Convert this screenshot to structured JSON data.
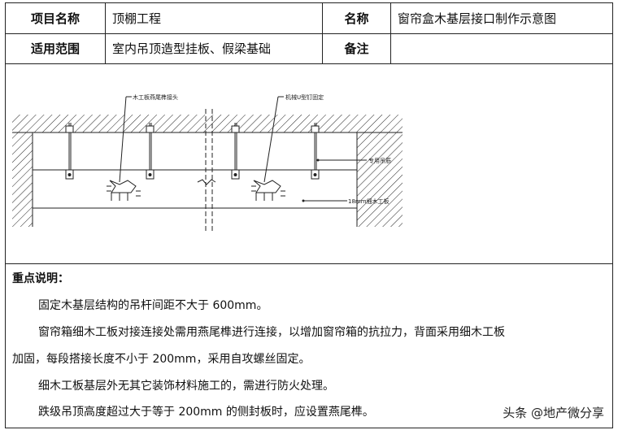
{
  "header": {
    "row1": {
      "label1": "项目名称",
      "value1": "顶棚工程",
      "label2": "名称",
      "value2": "窗帘盒木基层接口制作示意图"
    },
    "row2": {
      "label1": "适用范围",
      "value1": "室内吊顶造型挂板、假梁基础",
      "label2": "备注",
      "value2": ""
    }
  },
  "diagram": {
    "callouts": {
      "left": "木工板燕尾榫接头",
      "middle": "机械U型钉固定",
      "right_top": "专用吊筋",
      "right_bottom": "18mm细木工板"
    }
  },
  "notes": {
    "title": "重点说明：",
    "lines": [
      "固定木基层结构的吊杆间距不大于 600mm。",
      "窗帘箱细木工板对接连接处需用燕尾榫进行连接，以增加窗帘箱的抗拉力，背面采用细木工板",
      "加固，每段搭接长度不小于 200mm，采用自攻螺丝固定。",
      "细木工板基层外无其它装饰材料施工的，需进行防火处理。",
      "跌级吊顶高度超过大于等于 200mm 的侧封板时，应设置燕尾榫。"
    ]
  },
  "watermark": {
    "text": "头条 @地产微分享"
  }
}
